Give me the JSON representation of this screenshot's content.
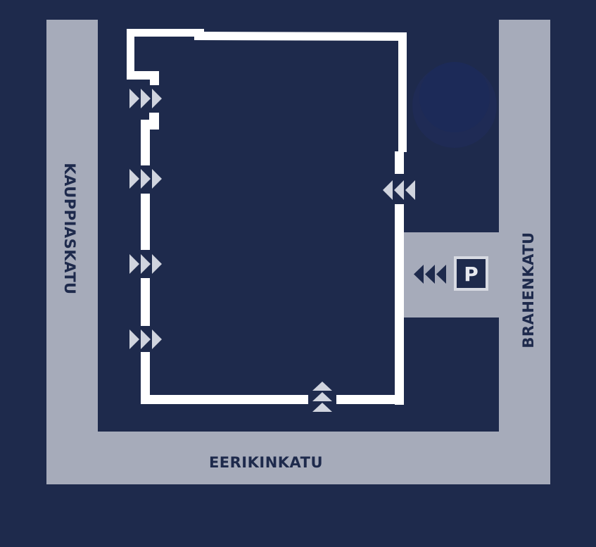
{
  "streets": {
    "left": "KAUPPIASKATU",
    "right": "BRAHENKATU",
    "bottom": "EERIKINKATU"
  },
  "parking": {
    "label": "P"
  },
  "colors": {
    "background": "#1e2a4c",
    "road": "#a6abba",
    "building_outline": "#ffffff",
    "entrance_arrow": "#d0d4de"
  },
  "icons": [
    "entrance-arrows-icon",
    "parking-icon",
    "tree-icon"
  ]
}
